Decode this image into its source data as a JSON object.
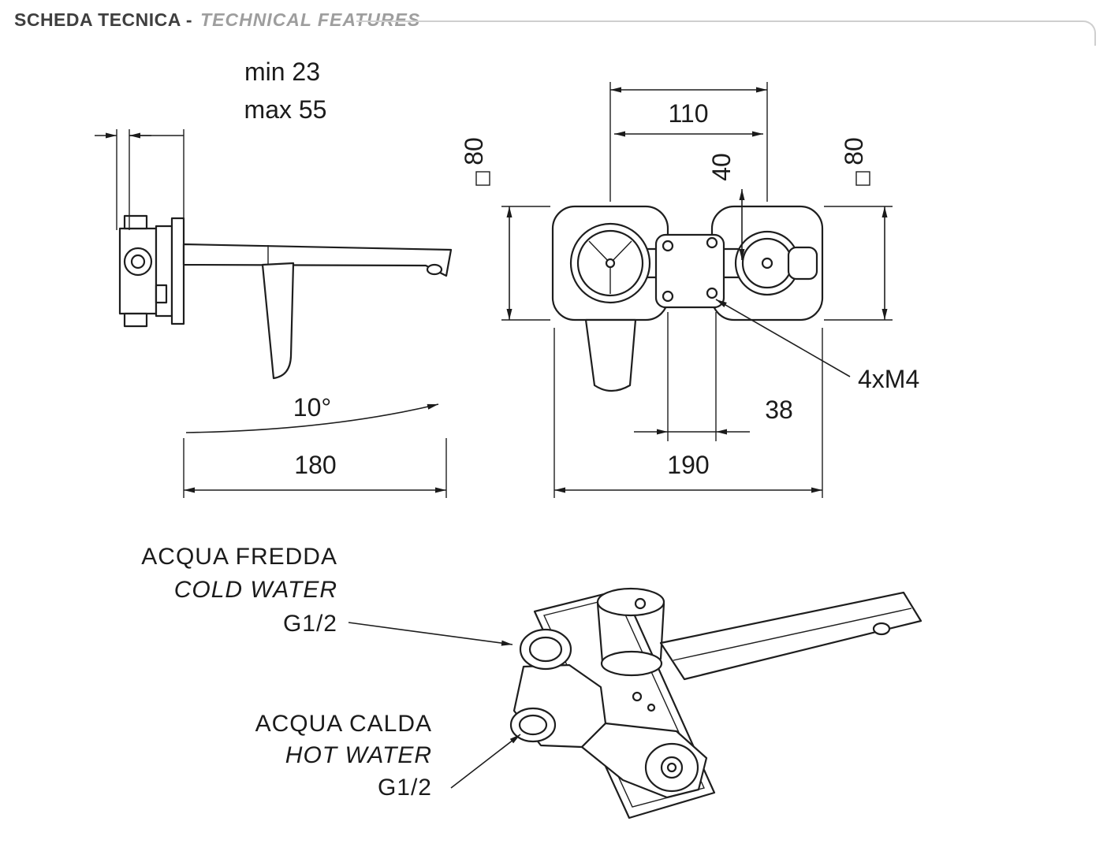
{
  "header": {
    "title": "SCHEDA TECNICA -",
    "subtitle": "TECHNICAL FEATURES"
  },
  "side_view": {
    "dim_min": "min 23",
    "dim_max": "max 55",
    "angle": "10°",
    "length": "180"
  },
  "front_view": {
    "height_left": "80",
    "height_right": "80",
    "hole_spacing": "110",
    "center_offset": "40",
    "screws": "4xM4",
    "bracket_spacing": "38",
    "overall_width": "190"
  },
  "iso_view": {
    "cold_water": {
      "it": "ACQUA FREDDA",
      "en": "COLD WATER",
      "thread": "G1/2"
    },
    "hot_water": {
      "it": "ACQUA CALDA",
      "en": "HOT WATER",
      "thread": "G1/2"
    }
  },
  "colors": {
    "line": "#1e1e1e",
    "header_title": "#3f3f3f",
    "header_subtitle": "#9e9e9e",
    "rule": "#cfcfcf"
  }
}
